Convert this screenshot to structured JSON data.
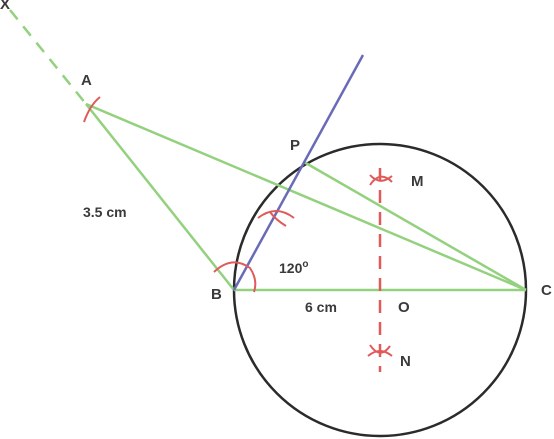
{
  "points": {
    "x": "X",
    "a": "A",
    "b": "B",
    "c": "C",
    "p": "P",
    "m": "M",
    "n": "N",
    "o": "O"
  },
  "measurements": {
    "ab": "3.5 cm",
    "bc": "6 cm",
    "angle_value": "120",
    "angle_unit": "o"
  },
  "colors": {
    "green": "#93d17e",
    "purple": "#6a6bb8",
    "red": "#e05a5a",
    "circle": "#2b2b2b",
    "text": "#3a3a3a"
  }
}
